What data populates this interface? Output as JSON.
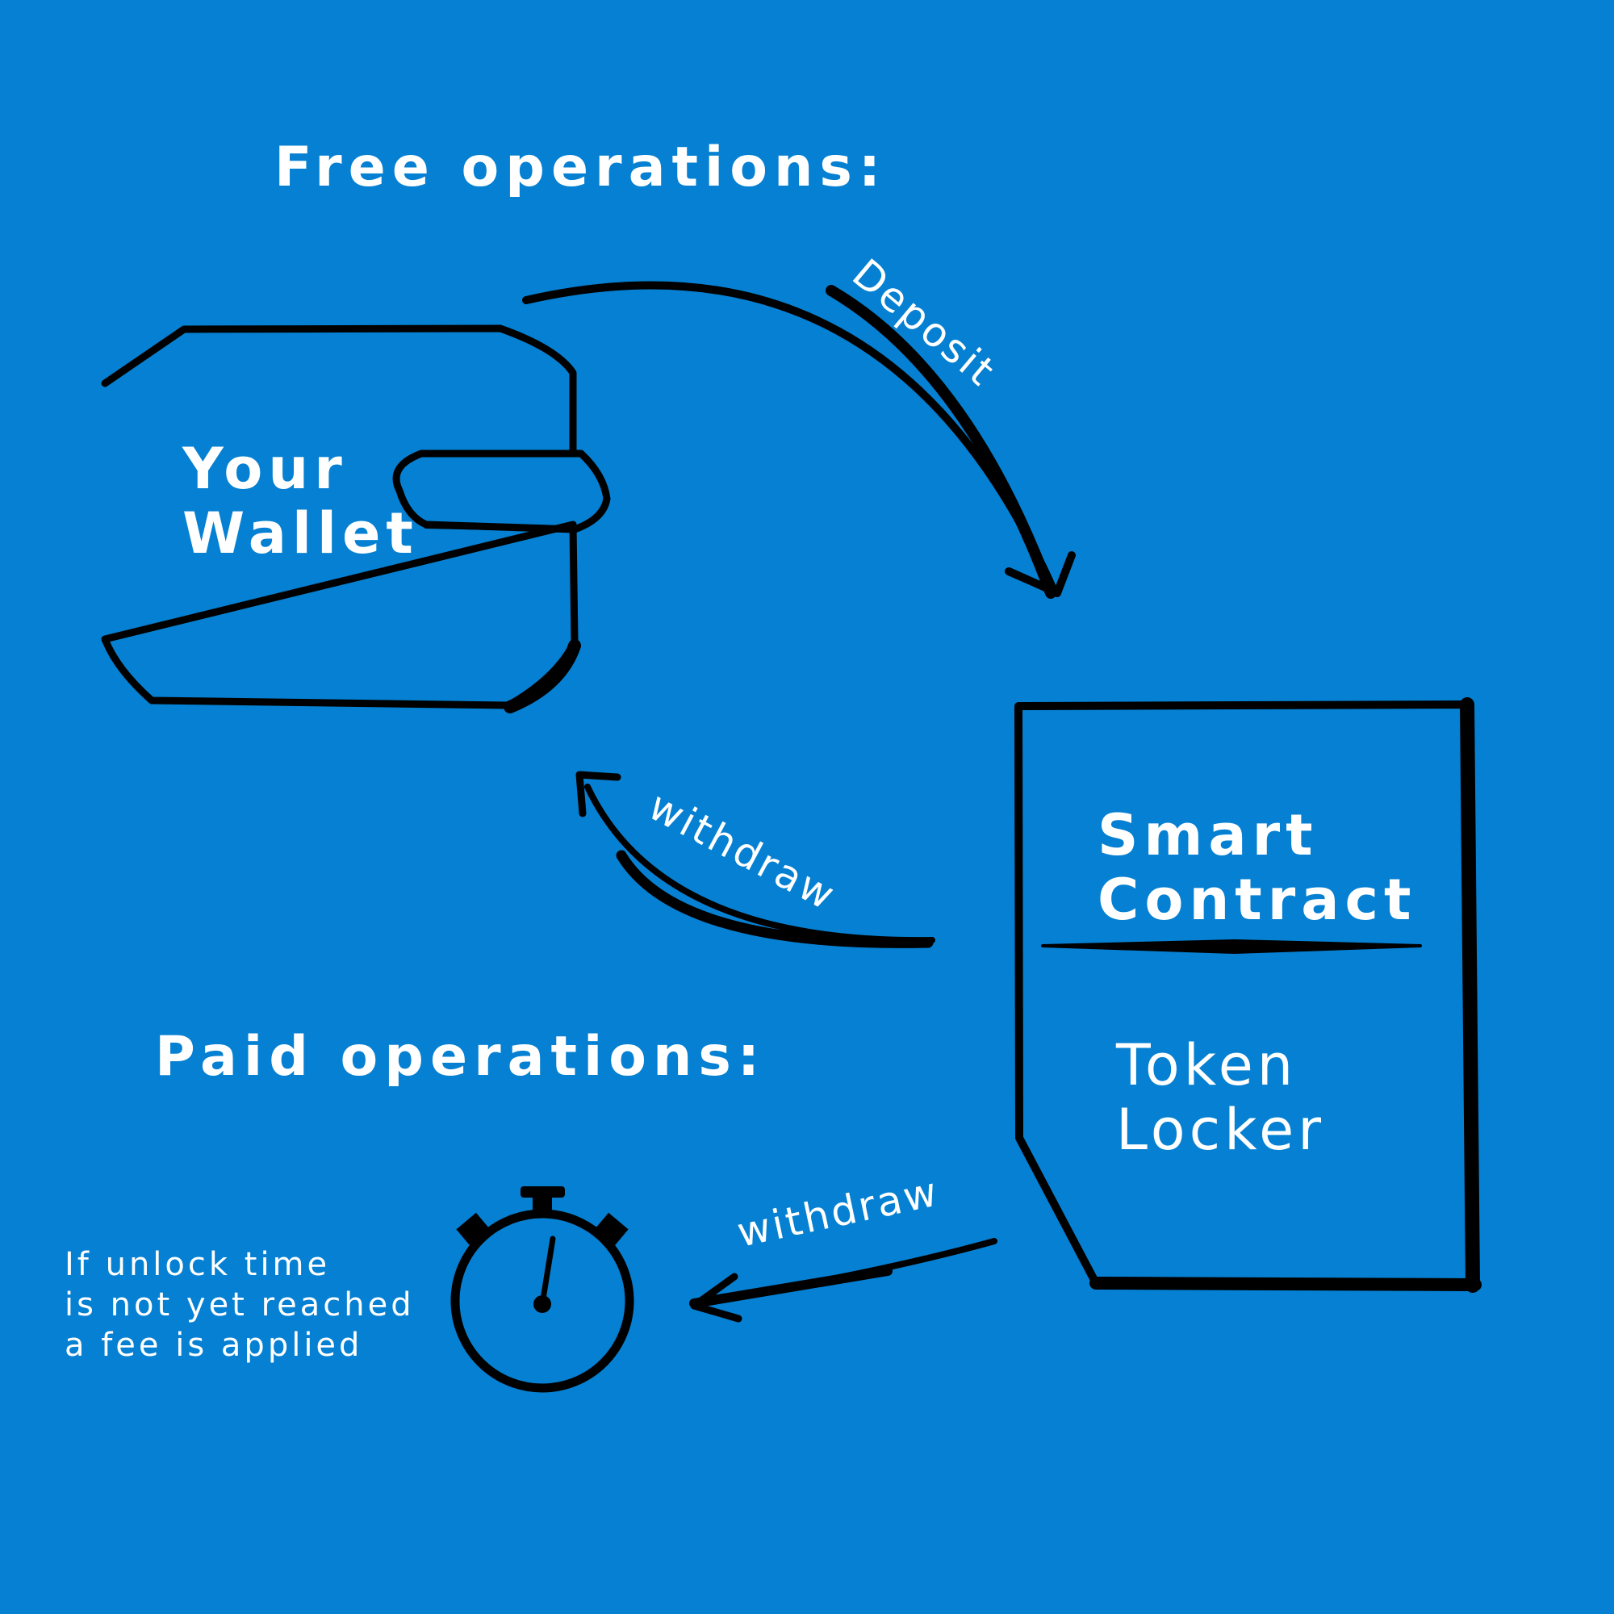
{
  "headings": {
    "free": "Free operations:",
    "paid": "Paid operations:"
  },
  "wallet": {
    "line1": "Your",
    "line2": "Wallet"
  },
  "contract": {
    "title_line1": "Smart",
    "title_line2": "Contract",
    "name_line1": "Token",
    "name_line2": "Locker"
  },
  "arrows": {
    "deposit": "Deposit",
    "withdraw_free": "withdraw",
    "withdraw_paid": "withdraw"
  },
  "note": {
    "line1": "If unlock time",
    "line2": "is not yet reached",
    "line3": "a fee is applied"
  },
  "icons": [
    "wallet-icon",
    "document-icon",
    "stopwatch-icon"
  ],
  "colors": {
    "background": "#0580d2",
    "stroke": "#000000",
    "text": "#ffffff"
  }
}
